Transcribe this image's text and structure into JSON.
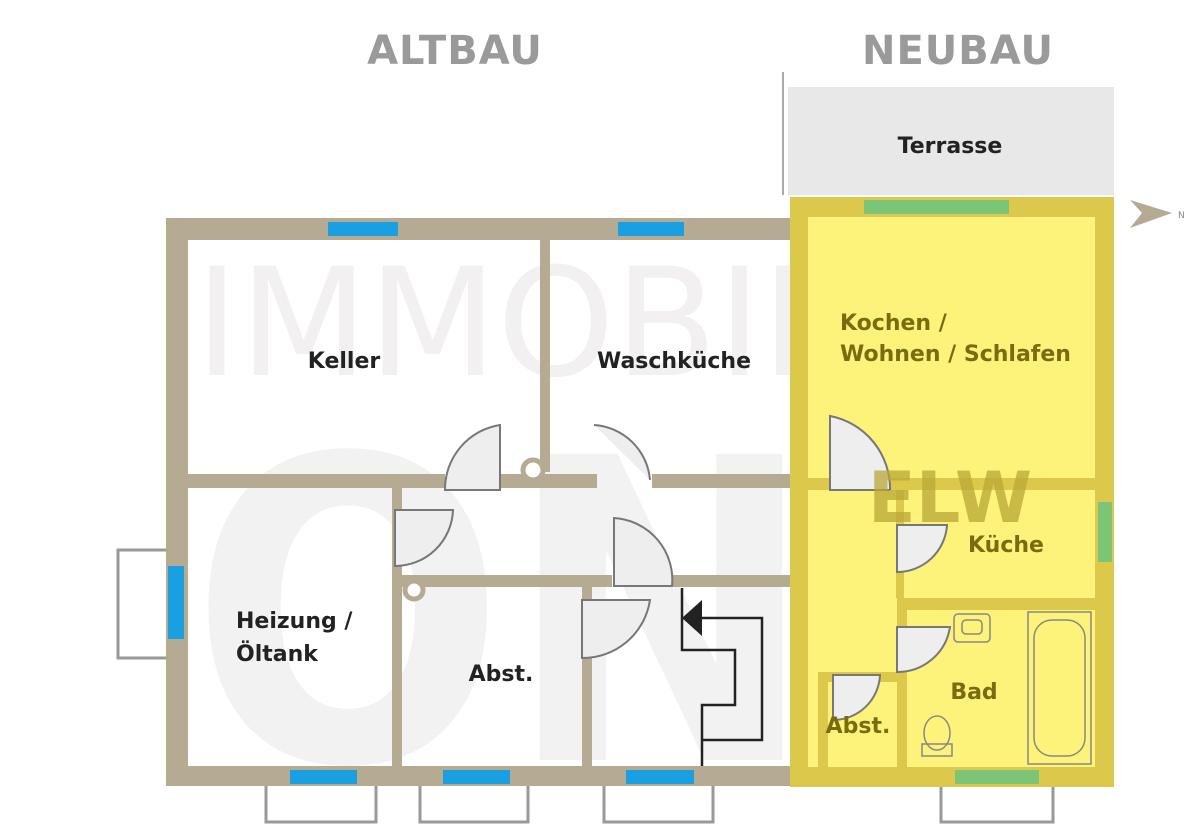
{
  "header": {
    "altbau_label": "ALTBAU",
    "neubau_label": "NEUBAU"
  },
  "watermark": {
    "line1": "IMMOBILIEN",
    "line2": "ONE"
  },
  "rooms": {
    "terrasse": "Terrasse",
    "keller": "Keller",
    "waschkueche": "Waschküche",
    "heizung_line1": "Heizung /",
    "heizung_line2": "Öltank",
    "abst_altbau": "Abst.",
    "kochen_line1": "Kochen /",
    "kochen_line2": "Wohnen / Schlafen",
    "kueche": "Küche",
    "bad": "Bad",
    "abst_elw": "Abst."
  },
  "elw_label": "ELW",
  "compass": {
    "direction": "N"
  },
  "colors": {
    "wall": "#b5aa92",
    "elw_fill": "#fdf27a",
    "elw_wall": "#dcc84a",
    "window_blue": "#1a9fe0",
    "window_green": "#7cc576",
    "terrace_fill": "#e8e8e8",
    "door_fill": "#eeeeee"
  }
}
